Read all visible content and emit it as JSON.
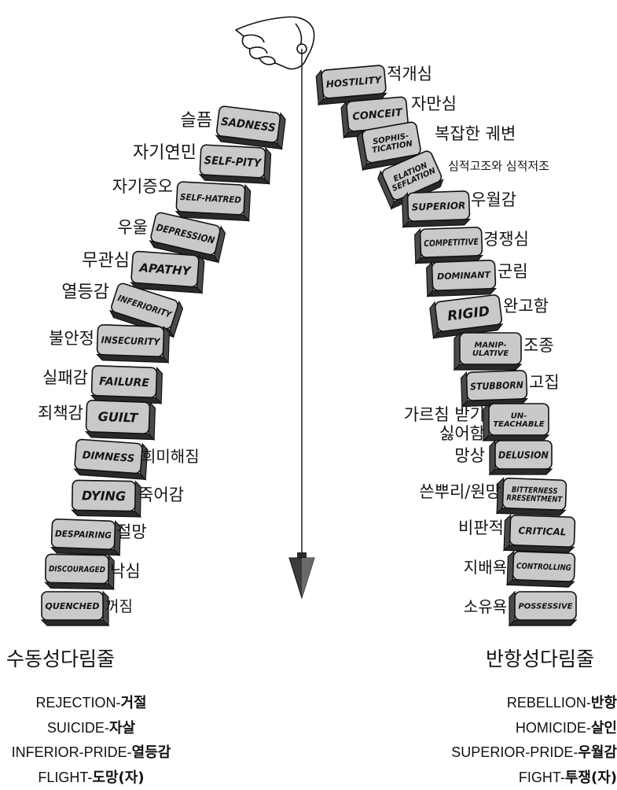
{
  "left": {
    "title": "수동성다림줄",
    "stones": [
      {
        "en": "SADNESS",
        "kr": "슬픔"
      },
      {
        "en": "SELF-PITY",
        "kr": "자기연민"
      },
      {
        "en": "SELF-HATRED",
        "kr": "자기증오"
      },
      {
        "en": "DEPRESSION",
        "kr": "우울"
      },
      {
        "en": "APATHY",
        "kr": "무관심"
      },
      {
        "en": "INFERIORITY",
        "kr": "열등감"
      },
      {
        "en": "INSECURITY",
        "kr": "불안정"
      },
      {
        "en": "FAILURE",
        "kr": "실패감"
      },
      {
        "en": "GUILT",
        "kr": "죄책감"
      },
      {
        "en": "DIMNESS",
        "kr": "희미해짐"
      },
      {
        "en": "DYING",
        "kr": "죽어감"
      },
      {
        "en": "DESPAIRING",
        "kr": "절망"
      },
      {
        "en": "DISCOURAGED",
        "kr": "낙심"
      },
      {
        "en": "QUENCHED",
        "kr": "꺼짐"
      }
    ],
    "legend": [
      {
        "en": "REJECTION-",
        "kr": "거절"
      },
      {
        "en": "SUICIDE-",
        "kr": "자살"
      },
      {
        "en": "INFERIOR-PRIDE-",
        "kr": "열등감"
      },
      {
        "en": "FLIGHT-",
        "kr": "도망(자)"
      }
    ]
  },
  "right": {
    "title": "반항성다림줄",
    "stones": [
      {
        "en": "HOSTILITY",
        "kr": "적개심"
      },
      {
        "en": "CONCEIT",
        "kr": "자만심"
      },
      {
        "en": "SOPHIS-\nTICATION",
        "kr": "복잡한 궤변"
      },
      {
        "en": "ELATION\nSEFLATION",
        "kr": "심적고조와 심적저조"
      },
      {
        "en": "SUPERIOR",
        "kr": "우월감"
      },
      {
        "en": "COMPETITIVE",
        "kr": "경쟁심"
      },
      {
        "en": "DOMINANT",
        "kr": "군림"
      },
      {
        "en": "RIGID",
        "kr": "완고함"
      },
      {
        "en": "MANIP-\nULATIVE",
        "kr": "조종"
      },
      {
        "en": "STUBBORN",
        "kr": "고집"
      },
      {
        "en": "UN-\nTEACHABLE",
        "kr": "가르침 받기\n싫어함"
      },
      {
        "en": "DELUSION",
        "kr": "망상"
      },
      {
        "en": "BITTERNESS\nRRESENTMENT",
        "kr": "쓴뿌리/원망"
      },
      {
        "en": "CRITICAL",
        "kr": "비판적"
      },
      {
        "en": "CONTROLLING",
        "kr": "지배욕"
      },
      {
        "en": "POSSESSIVE",
        "kr": "소유욕"
      }
    ],
    "legend": [
      {
        "en": "REBELLION-",
        "kr": "반항"
      },
      {
        "en": "HOMICIDE-",
        "kr": "살인"
      },
      {
        "en": "SUPERIOR-PRIDE-",
        "kr": "우월감"
      },
      {
        "en": "FIGHT-",
        "kr": "투쟁(자)"
      }
    ]
  },
  "colors": {
    "stone_face": "#c9c9c9",
    "stone_side": "#4a4a4a",
    "stone_bottom": "#2a2a2a",
    "outline": "#111111",
    "plumb_bob": "#3c3c3c"
  }
}
